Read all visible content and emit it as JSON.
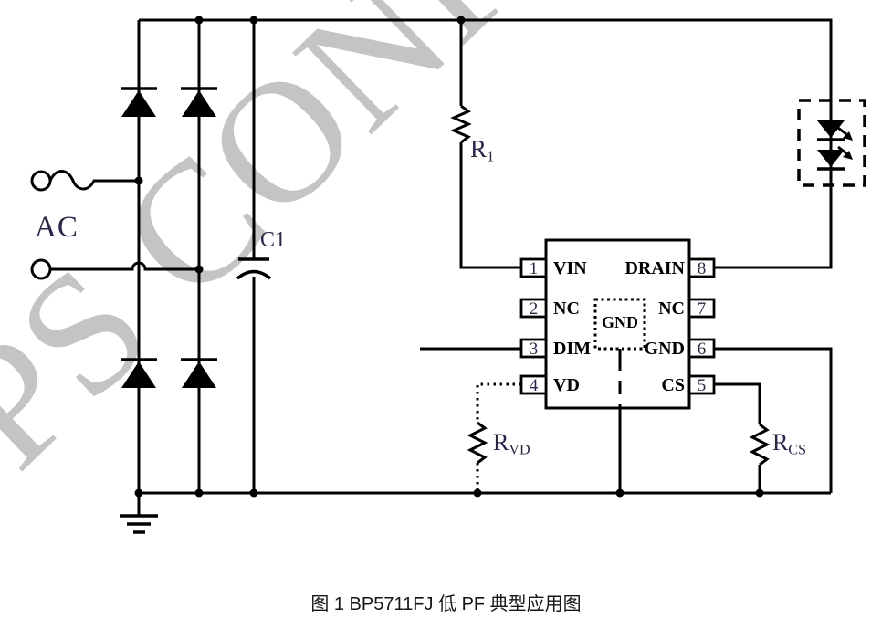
{
  "figure": {
    "caption": "图 1 BP5711FJ 低 PF 典型应用图",
    "watermark": "BPS CONF"
  },
  "labels": {
    "ac_input": "AC",
    "cap_c1": "C1",
    "res_r1": {
      "name": "R",
      "sub": "1"
    },
    "res_rvd": {
      "name": "R",
      "sub": "VD"
    },
    "res_rcs": {
      "name": "R",
      "sub": "CS"
    }
  },
  "ic": {
    "pad_label": "GND",
    "left_pins": [
      {
        "num": "1",
        "name": "VIN"
      },
      {
        "num": "2",
        "name": "NC"
      },
      {
        "num": "3",
        "name": "DIM"
      },
      {
        "num": "4",
        "name": "VD"
      }
    ],
    "right_pins": [
      {
        "num": "8",
        "name": "DRAIN"
      },
      {
        "num": "7",
        "name": "NC"
      },
      {
        "num": "6",
        "name": "GND"
      },
      {
        "num": "5",
        "name": "CS"
      }
    ]
  },
  "colors": {
    "wire": "#000000",
    "label_text": "#26264f",
    "watermark": "#c4c4c4"
  }
}
